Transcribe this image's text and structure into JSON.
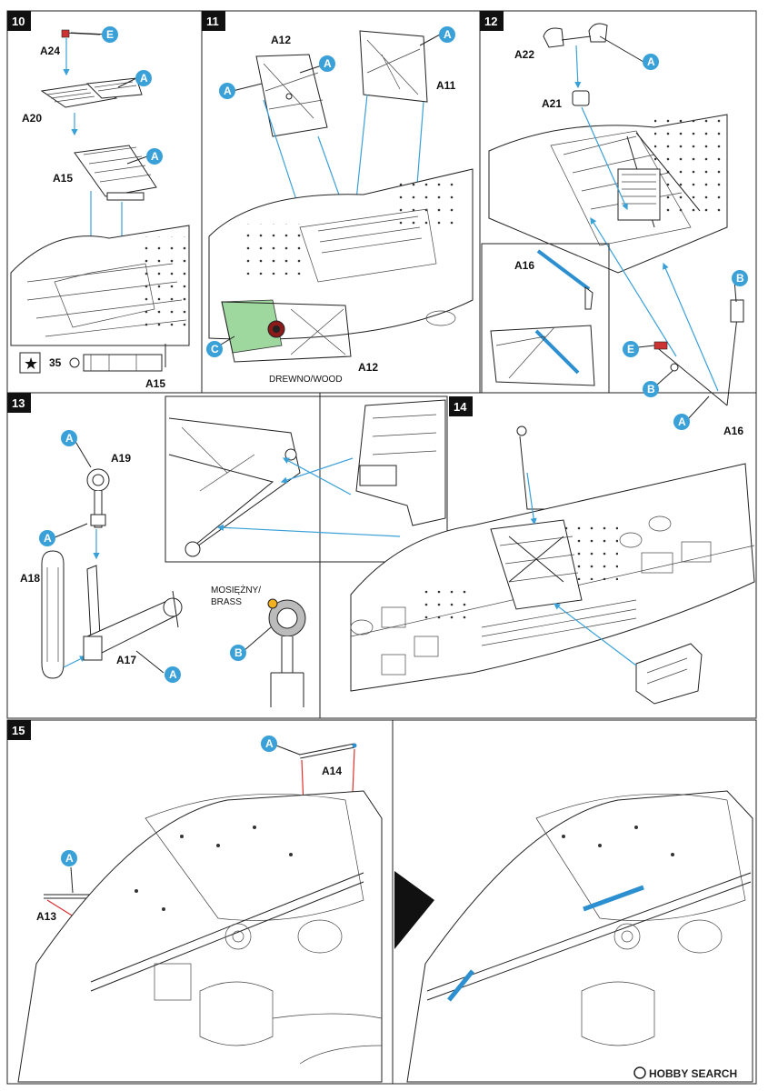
{
  "steps": [
    {
      "number": "10",
      "labels": {
        "a24": "A24",
        "a20": "A20",
        "a15": "A15",
        "a15b": "A15",
        "marker": "35"
      },
      "bubbles": [
        "E",
        "A",
        "A"
      ]
    },
    {
      "number": "11",
      "labels": {
        "a12": "A12",
        "a11": "A11",
        "a12b": "A12",
        "wood": "DREWNO/WOOD"
      },
      "bubbles": [
        "A",
        "A",
        "A",
        "C"
      ]
    },
    {
      "number": "12",
      "labels": {
        "a22": "A22",
        "a21": "A21",
        "a16": "A16",
        "a16b": "A16"
      },
      "bubbles": [
        "A",
        "B",
        "E",
        "B",
        "A"
      ]
    },
    {
      "number": "13",
      "labels": {
        "a19": "A19",
        "a18": "A18",
        "a17": "A17",
        "brass": "MOSIĘŻNY/",
        "brass2": "BRASS"
      },
      "bubbles": [
        "A",
        "A",
        "A",
        "B"
      ]
    },
    {
      "number": "14",
      "labels": {},
      "bubbles": []
    },
    {
      "number": "15",
      "labels": {
        "a14": "A14",
        "a13": "A13"
      },
      "bubbles": [
        "A",
        "A"
      ]
    }
  ],
  "watermark": "HOBBY SEARCH",
  "colors": {
    "bubble": "#3aa0d8",
    "arrow_blue": "#3aa0d8",
    "arrow_red": "#e03030",
    "part_blue": "#2c8fd0",
    "wood_green": "#9fd89f"
  }
}
